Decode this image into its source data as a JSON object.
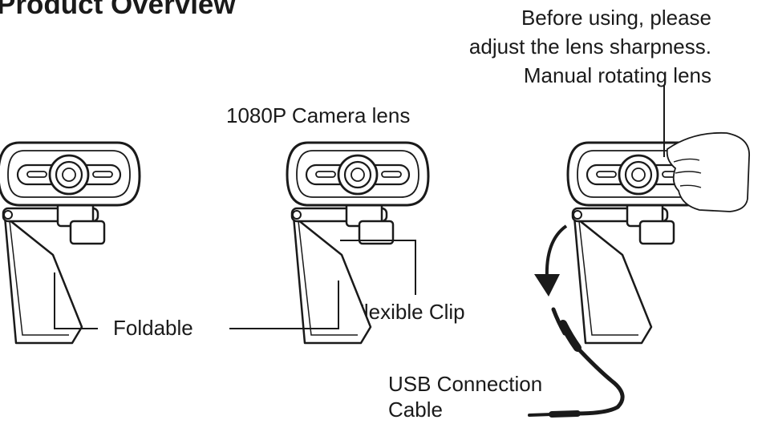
{
  "title": "Product Overview",
  "labels": {
    "camera_lens": "1080P Camera lens",
    "lens_note_line1": "Before using, please",
    "lens_note_line2": "adjust the lens sharpness.",
    "lens_note_line3": "Manual rotating lens",
    "foldable": "Foldable",
    "flexible_clip": "Flexible Clip",
    "usb_line1": "USB Connection",
    "usb_line2": "Cable"
  }
}
